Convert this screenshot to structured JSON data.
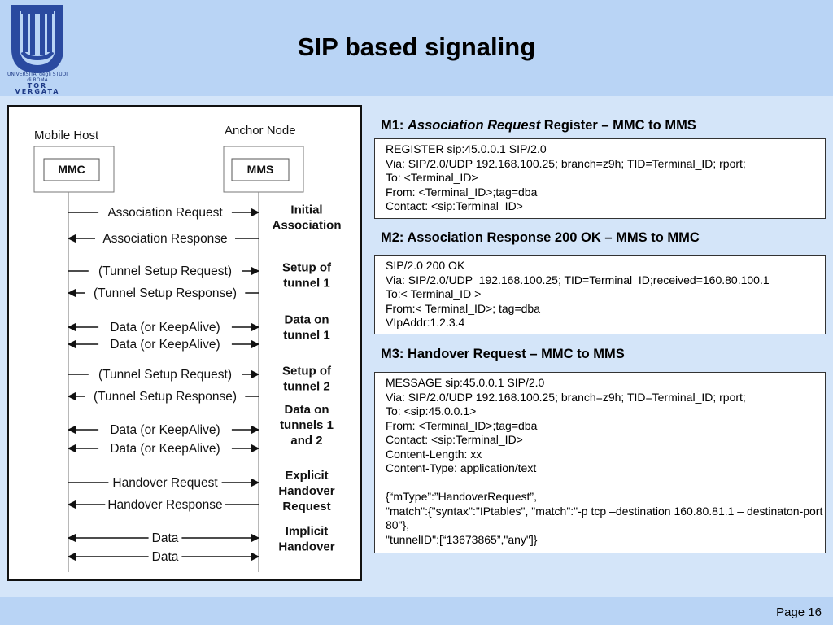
{
  "slide": {
    "title": "SIP based signaling",
    "page_label": "Page 16"
  },
  "logo": {
    "name": "university-crest",
    "line1": "UNIVERSITA' degli STUDI di ROMA",
    "line2": "TOR VERGATA"
  },
  "diagram": {
    "left_node": {
      "title": "Mobile Host",
      "box": "MMC"
    },
    "right_node": {
      "title": "Anchor Node",
      "box": "MMS"
    },
    "messages": [
      {
        "label": "Association Request",
        "direction": "right"
      },
      {
        "label": "Association Response",
        "direction": "left"
      },
      {
        "label": "(Tunnel Setup Request)",
        "direction": "right"
      },
      {
        "label": "(Tunnel Setup Response)",
        "direction": "left"
      },
      {
        "label": "Data (or KeepAlive)",
        "direction": "both"
      },
      {
        "label": "Data (or KeepAlive)",
        "direction": "both"
      },
      {
        "label": "(Tunnel Setup Request)",
        "direction": "right"
      },
      {
        "label": "(Tunnel Setup Response)",
        "direction": "left"
      },
      {
        "label": "Data (or KeepAlive)",
        "direction": "both"
      },
      {
        "label": "Data (or KeepAlive)",
        "direction": "both"
      },
      {
        "label": "Handover Request",
        "direction": "right"
      },
      {
        "label": "Handover Response",
        "direction": "left"
      },
      {
        "label": "Data",
        "direction": "both"
      },
      {
        "label": "Data",
        "direction": "both"
      }
    ],
    "phases": [
      [
        "Initial",
        "Association"
      ],
      [
        "Setup of",
        "tunnel 1"
      ],
      [
        "Data on",
        "tunnel 1"
      ],
      [
        "Setup of",
        "tunnel 2"
      ],
      [
        "Data on",
        "tunnels 1",
        "and 2"
      ],
      [
        "Explicit",
        "Handover",
        "Request"
      ],
      [
        "Implicit",
        "Handover"
      ]
    ]
  },
  "m1": {
    "prefix": "M1: ",
    "italic": "Association Request",
    "suffix": " Register – MMC to MMS",
    "lines": [
      "REGISTER sip:45.0.0.1 SIP/2.0",
      "Via: SIP/2.0/UDP 192.168.100.25; branch=z9h; TID=Terminal_ID; rport;",
      "To: <Terminal_ID>",
      "From: <Terminal_ID>;tag=dba",
      "Contact: <sip:Terminal_ID>"
    ]
  },
  "m2": {
    "heading": "M2: Association Response 200 OK – MMS to MMC",
    "lines": [
      "SIP/2.0 200 OK",
      "Via: SIP/2.0/UDP  192.168.100.25; TID=Terminal_ID;received=160.80.100.1",
      "To:< Terminal_ID >",
      "From:< Terminal_ID>; tag=dba",
      "VIpAddr:1.2.3.4"
    ]
  },
  "m3": {
    "heading": "M3: Handover Request – MMC to MMS",
    "lines": [
      "MESSAGE sip:45.0.0.1 SIP/2.0",
      "Via: SIP/2.0/UDP 192.168.100.25; branch=z9h; TID=Terminal_ID; rport;",
      "To: <sip:45.0.0.1>",
      "From: <Terminal_ID>;tag=dba",
      "Contact: <sip:Terminal_ID>",
      "Content-Length: xx",
      "Content-Type: application/text",
      "",
      "{“mType”:”HandoverRequest”,",
      "\"match\":{\"syntax\":\"IPtables\", \"match\":\"-p tcp –destination 160.80.81.1 – destinaton-port 80\"},",
      "\"tunnelID\":[“13673865”,\"any\"]}"
    ]
  }
}
